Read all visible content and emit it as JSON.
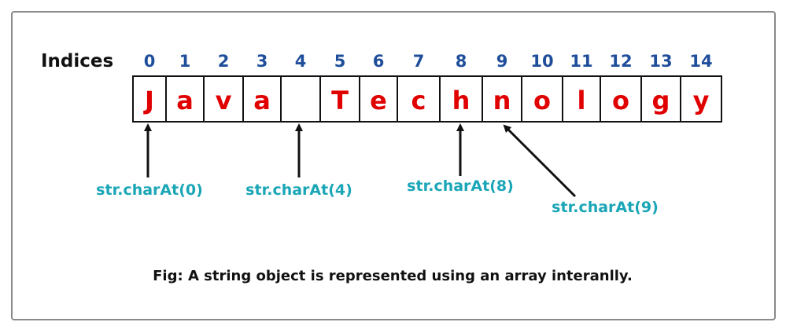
{
  "indices_label": "Indices",
  "indices": [
    "0",
    "1",
    "2",
    "3",
    "4",
    "5",
    "6",
    "7",
    "8",
    "9",
    "10",
    "11",
    "12",
    "13",
    "14"
  ],
  "characters": [
    "J",
    "a",
    "v",
    "a",
    " ",
    "T",
    "e",
    "c",
    "h",
    "n",
    "o",
    "l",
    "o",
    "g",
    "y"
  ],
  "calls": [
    {
      "text": "str.charAt(0)",
      "index": 0
    },
    {
      "text": "str.charAt(4)",
      "index": 4
    },
    {
      "text": "str.charAt(8)",
      "index": 8
    },
    {
      "text": "str.charAt(9)",
      "index": 9
    }
  ],
  "caption": "Fig: A string object is represented using an array interanlly.",
  "colors": {
    "index_text": "#1f4e9a",
    "char_text": "#e00000",
    "call_text": "#1aa6b7",
    "border": "#111111"
  }
}
